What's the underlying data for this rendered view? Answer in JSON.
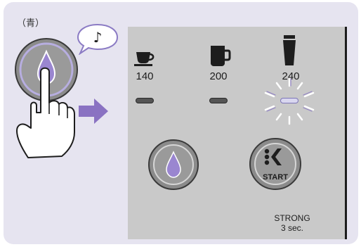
{
  "panel_label": "（青）",
  "bubble": {
    "icon": "music-note-icon",
    "glyph": "♪"
  },
  "cups": [
    {
      "icon": "espresso-cup-icon",
      "volume": "140"
    },
    {
      "icon": "mug-icon",
      "volume": "200"
    },
    {
      "icon": "tall-glass-icon",
      "volume": "240"
    }
  ],
  "leds": [
    {
      "state": "off"
    },
    {
      "state": "off"
    },
    {
      "state": "blinking"
    }
  ],
  "buttons": {
    "water": {
      "icon": "water-drop-icon"
    },
    "start": {
      "icon": "strength-start-icon",
      "label": "START"
    }
  },
  "hold_note": {
    "line1": "STRONG",
    "line2": "3 sec."
  },
  "colors": {
    "background": "#e6e4f0",
    "panel": "#c9c9c9",
    "accent": "#8b7bc4",
    "arrow": "#8a72c2"
  }
}
